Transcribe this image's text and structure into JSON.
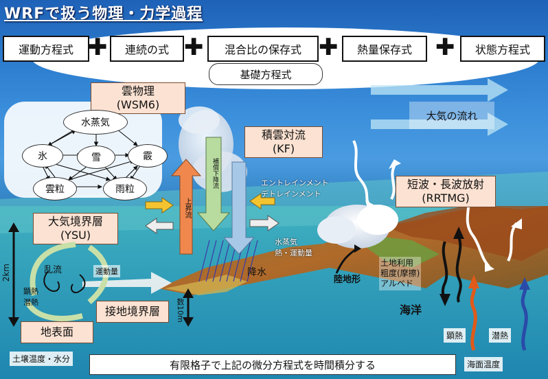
{
  "title": "WRFで扱う物理・力学過程",
  "equations": {
    "items": [
      "運動方程式",
      "連続の式",
      "混合比の保存式",
      "熱量保存式",
      "状態方程式"
    ],
    "plus": "✚",
    "base_label": "基礎方程式"
  },
  "cloud_physics": {
    "title": "雲物理",
    "scheme": "(WSM6)",
    "nodes": [
      "水蒸気",
      "氷",
      "雪",
      "霰",
      "雲粒",
      "雨粒"
    ]
  },
  "convection": {
    "title": "積雲対流",
    "scheme": "(KF)"
  },
  "boundary_layer": {
    "title": "大気境界層",
    "scheme": "(YSU)"
  },
  "radiation": {
    "title": "短波・長波放射",
    "scheme": "(RRTMG)"
  },
  "atmo_flow": "大気の流れ",
  "labels": {
    "updraft": "上昇流",
    "downdraft": "補償下降流",
    "entrainment": "エントレインメント",
    "detrainment": "デトレインメント",
    "vapor": "水蒸気",
    "heat_momentum": "熱・運動量",
    "precip": "降水",
    "turbulence": "乱流",
    "momentum": "運動量",
    "sensible": "顕熱",
    "latent": "潜熱",
    "surface_layer": "接地境界層",
    "land_surface": "地表面",
    "soil": "土壌温度・水分",
    "height_2km": "2km",
    "height_10m": "数10m",
    "land_use": [
      "土地利用",
      "粗度(摩擦)",
      "アルベド"
    ],
    "terrain": "陸地形",
    "ocean": "海洋",
    "ocean_sensible": "顕熱",
    "ocean_latent": "潜熱",
    "sst": "海面温度",
    "bottom": "有限格子で上記の微分方程式を時間積分する"
  },
  "colors": {
    "peach": "#fbe2d2",
    "updraft": "#f0884e",
    "downdraft": "#b8dca0",
    "convection": "#a8c8e8",
    "yellow_arrow": "#f4c430",
    "sst_arrow": "#e05a1a",
    "latent_arrow": "#2a4aa8"
  }
}
